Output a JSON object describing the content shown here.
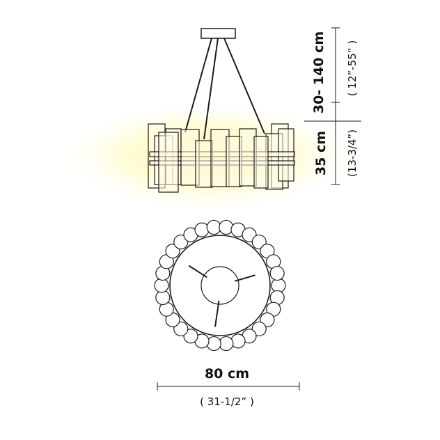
{
  "dimensions": {
    "drop_metric": "30- 140 cm",
    "drop_imperial": "( 12”-55” )",
    "height_metric": "35 cm",
    "height_imperial": "(13-3/4”)",
    "diameter_metric": "80 cm",
    "diameter_imperial": "( 31-1/2” )"
  },
  "colors": {
    "line": "#1a1a1a",
    "glow": "#fff3a0",
    "panel": "#fffbe8"
  }
}
